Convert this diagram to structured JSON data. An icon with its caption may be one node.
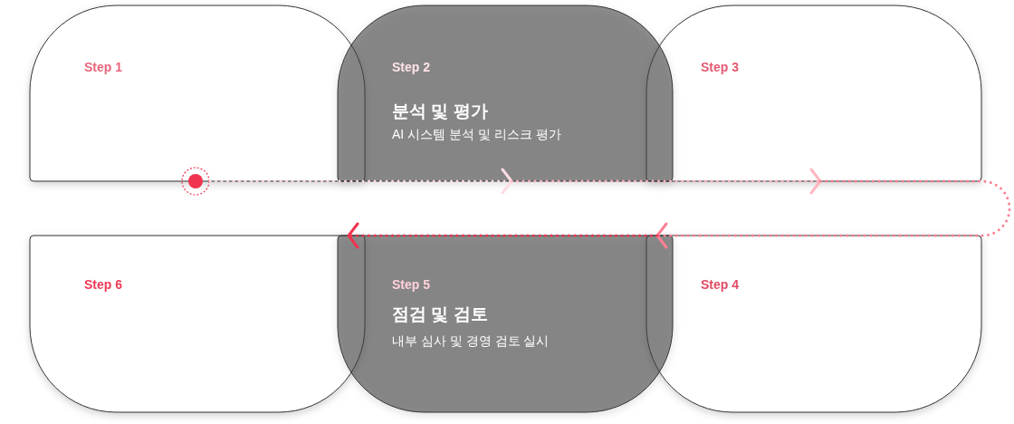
{
  "diagram": {
    "nodes": [
      {
        "text": [
          "Step 1"
        ]
      },
      {
        "text": [
          "Step 2",
          "분석 및 평가",
          "AI 시스템 분석 및 리스크 평가"
        ]
      },
      {
        "text": [
          "Step 3"
        ]
      },
      {
        "text": [
          "Step 4"
        ]
      },
      {
        "text": [
          "Step 5",
          "점검 및 검토",
          "내부 심사 및 경영 검토 실시"
        ]
      },
      {
        "text": [
          "Step 6"
        ]
      },
      {
        "text": [],
        "shape": "circle"
      }
    ],
    "edges": [
      {
        "from": 6,
        "to": 1,
        "arrow": "to",
        "style": "dashed",
        "color": "#fcdde3"
      },
      {
        "from": 1,
        "to": 2,
        "arrow": "to",
        "style": "dashed",
        "color": "#ffb7c2"
      },
      {
        "from": 2,
        "to": 3,
        "arrow": "to",
        "style": "dashed",
        "color": "#ff7f93"
      },
      {
        "from": 3,
        "to": 4,
        "arrow": "to",
        "style": "dashed",
        "color": "#f0334f"
      }
    ]
  }
}
